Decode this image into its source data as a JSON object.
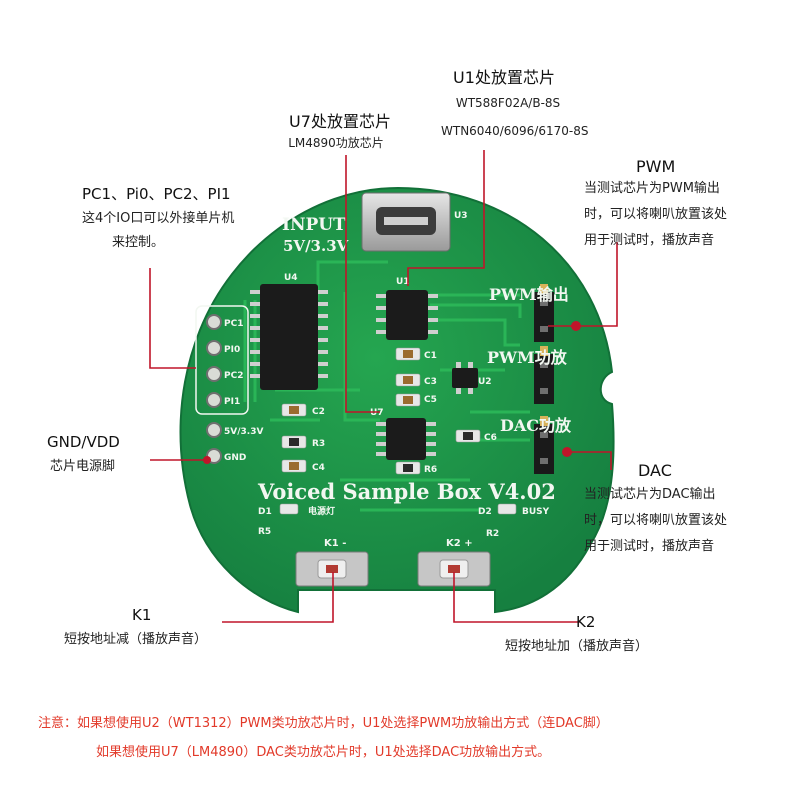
{
  "annotations": {
    "u1": {
      "title": "U1处放置芯片",
      "line1": "WT588F02A/B-8S",
      "line2": "WTN6040/6096/6170-8S"
    },
    "u7": {
      "title": "U7处放置芯片",
      "line1": "LM4890功放芯片"
    },
    "pc": {
      "title": "PC1、Pi0、PC2、PI1",
      "line1": "这4个IO口可以外接单片机",
      "line2": "来控制。"
    },
    "pwm": {
      "title": "PWM",
      "line1": "当测试芯片为PWM输出",
      "line2": "时，可以将喇叭放置该处",
      "line3": "用于测试时，播放声音"
    },
    "gnd": {
      "title": "GND/VDD",
      "line1": "芯片电源脚"
    },
    "dac": {
      "title": "DAC",
      "line1": "当测试芯片为DAC输出",
      "line2": "时，可以将喇叭放置该处",
      "line3": "用于测试时，播放声音"
    },
    "k1": {
      "title": "K1",
      "line1": "短按地址减（播放声音）"
    },
    "k2": {
      "title": "K2",
      "line1": "短按地址加（播放声音）"
    }
  },
  "note": {
    "line1": "注意：如果想使用U2（WT1312）PWM类功放芯片时，U1处选择PWM功放输出方式（连DAC脚）",
    "line2": "如果想使用U7（LM4890）DAC类功放芯片时，U1处选择DAC功放输出方式。"
  },
  "board": {
    "input_line1": "INPUT",
    "input_line2": "5V/3.3V",
    "title": "Voiced Sample Box V4.02",
    "pwm_out": "PWM输出",
    "pwm_amp": "PWM功放",
    "dac_amp": "DAC功放",
    "pins": [
      "PC1",
      "PI0",
      "PC2",
      "PI1",
      "5V/3.3V",
      "GND"
    ],
    "refs": {
      "u1": "U1",
      "u2": "U2",
      "u3": "U3",
      "u4": "U4",
      "u7": "U7",
      "c1": "C1",
      "c2": "C2",
      "c3": "C3",
      "c4": "C4",
      "c5": "C5",
      "c6": "C6",
      "r3": "R3",
      "r6": "R6",
      "r5": "R5",
      "r2": "R2",
      "d1": "D1",
      "d2": "D2",
      "busy": "BUSY",
      "power_led": "电源灯",
      "k1": "K1 -",
      "k2": "K2 +"
    },
    "colors": {
      "pcb": "#1f9a4a",
      "pcb_edge": "#168040",
      "silk": "#f2f7f1",
      "chip": "#1b1b1b",
      "connector": "#1a1a1a",
      "pin_gold": "#d8b25a",
      "annotation_line": "#c0152a"
    }
  }
}
